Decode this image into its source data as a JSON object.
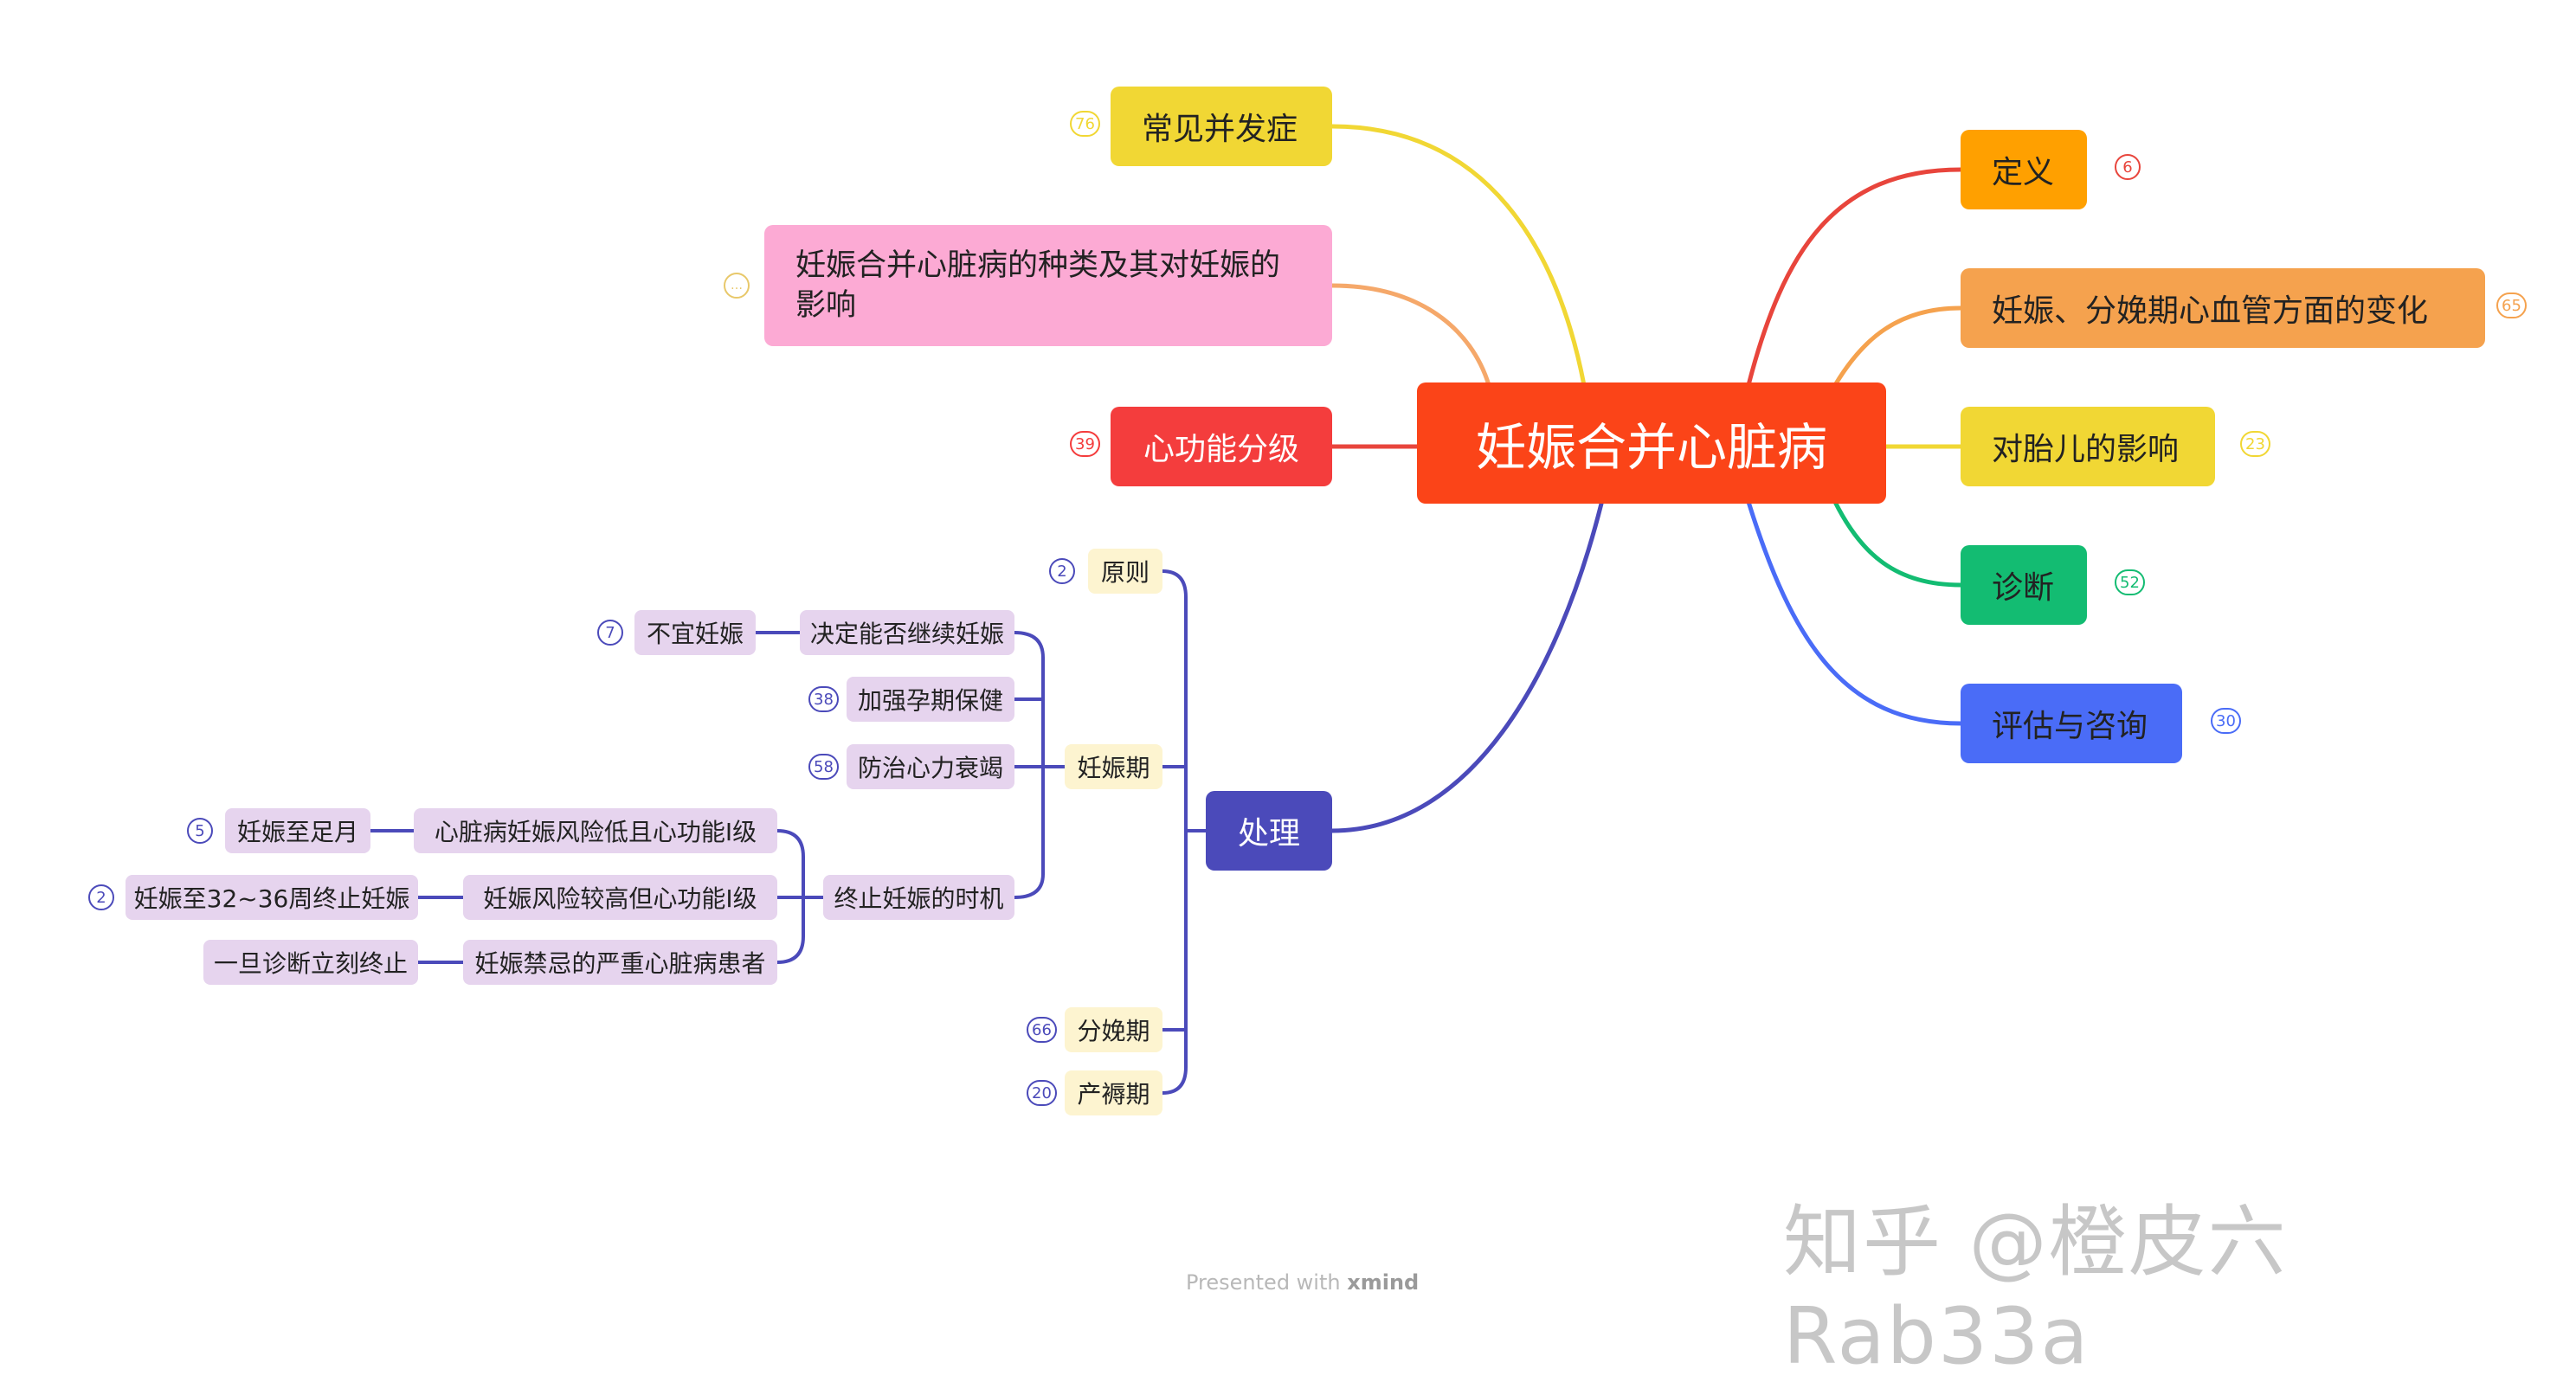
{
  "central": {
    "label": "妊娠合并心脏病"
  },
  "colors": {
    "accent": "#fb4418"
  },
  "right_topics": [
    {
      "label": "定义",
      "count": "6",
      "color": "#ffa000",
      "line": "#e8453c"
    },
    {
      "label": "妊娠、分娩期心血管方面的变化",
      "count": "65",
      "color": "#f5a24e",
      "line": "#f5a24e"
    },
    {
      "label": "对胎儿的影响",
      "count": "23",
      "color": "#f1d734",
      "line": "#f1d734"
    },
    {
      "label": "诊断",
      "count": "52",
      "color": "#13bc72",
      "line": "#13bc72"
    },
    {
      "label": "评估与咨询",
      "count": "30",
      "color": "#4a6cf7",
      "line": "#4a6cf7"
    }
  ],
  "left_topics": [
    {
      "label": "常见并发症",
      "count": "76",
      "color": "#f1d734"
    },
    {
      "label_lines": [
        "妊娠合并心脏病的种类及其对妊娠的",
        "影响"
      ],
      "count": "…",
      "color": "#fcaad4"
    },
    {
      "label": "心功能分级",
      "count": "39",
      "color": "#f43d3d"
    },
    {
      "label": "处理",
      "color": "#4b4aba"
    }
  ],
  "treatment": {
    "children": [
      {
        "label": "原则",
        "count": "2"
      },
      {
        "label": "妊娠期"
      },
      {
        "label": "分娩期",
        "count": "66"
      },
      {
        "label": "产褥期",
        "count": "20"
      }
    ],
    "pregnancy": [
      {
        "label": "决定能否继续妊娠"
      },
      {
        "label": "加强孕期保健",
        "count": "38"
      },
      {
        "label": "防治心力衰竭",
        "count": "58"
      },
      {
        "label": "终止妊娠的时机"
      }
    ],
    "continue_child": {
      "label": "不宜妊娠",
      "count": "7"
    },
    "timing": [
      {
        "label": "心脏病妊娠风险低且心功能Ⅰ级"
      },
      {
        "label": "妊娠风险较高但心功能Ⅰ级"
      },
      {
        "label": "妊娠禁忌的严重心脏病患者"
      }
    ],
    "timing_leaves": [
      {
        "label": "妊娠至足月",
        "count": "5"
      },
      {
        "label": "妊娠至32~36周终止妊娠",
        "count": "2"
      },
      {
        "label": "一旦诊断立刻终止"
      }
    ]
  },
  "watermark": "知乎 @橙皮六Rab33a",
  "footer": {
    "prefix": "Presented with ",
    "brand": "xmind"
  }
}
